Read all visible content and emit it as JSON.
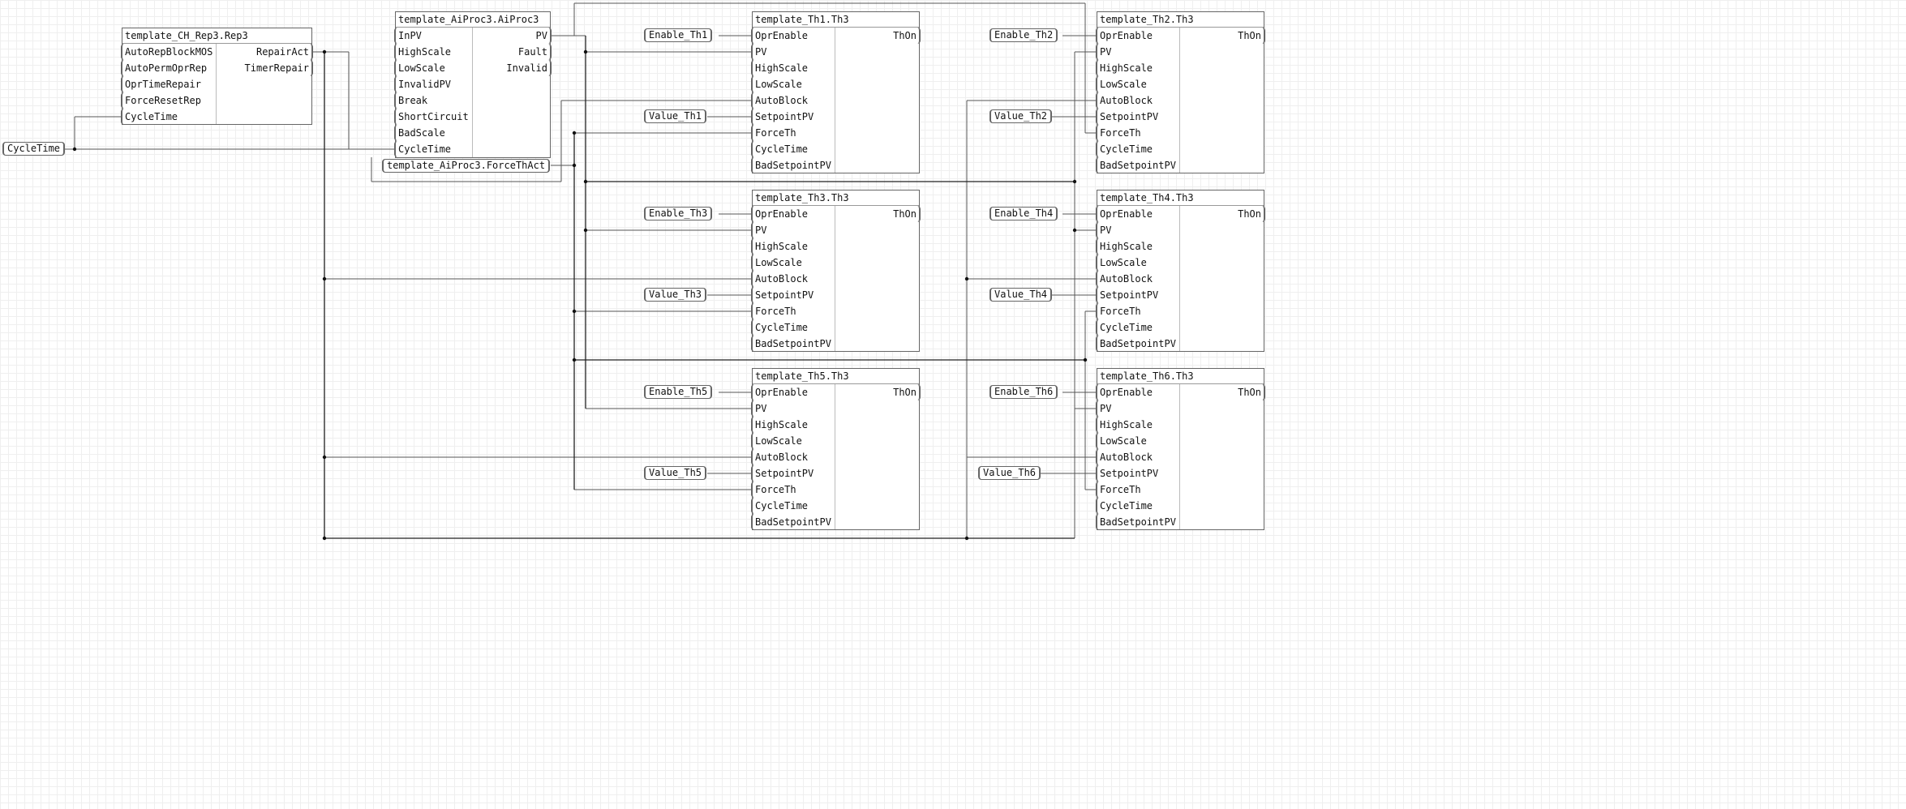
{
  "diagram": {
    "blocks": [
      {
        "id": "rep3",
        "title": "template_CH_Rep3.Rep3",
        "inputs": [
          "AutoRepBlockMOS",
          "AutoPermOprRep",
          "OprTimeRepair",
          "ForceResetRep",
          "CycleTime"
        ],
        "outputs": [
          "RepairAct",
          "TimerRepair"
        ]
      },
      {
        "id": "aiproc3",
        "title": "template_AiProc3.AiProc3",
        "inputs": [
          "InPV",
          "HighScale",
          "LowScale",
          "InvalidPV",
          "Break",
          "ShortCircuit",
          "BadScale",
          "CycleTime"
        ],
        "outputs": [
          "PV",
          "Fault",
          "Invalid"
        ]
      },
      {
        "id": "th1",
        "title": "template_Th1.Th3",
        "inputs": [
          "OprEnable",
          "PV",
          "HighScale",
          "LowScale",
          "AutoBlock",
          "SetpointPV",
          "ForceTh",
          "CycleTime",
          "BadSetpointPV"
        ],
        "outputs": [
          "ThOn"
        ]
      },
      {
        "id": "th2",
        "title": "template_Th2.Th3",
        "inputs": [
          "OprEnable",
          "PV",
          "HighScale",
          "LowScale",
          "AutoBlock",
          "SetpointPV",
          "ForceTh",
          "CycleTime",
          "BadSetpointPV"
        ],
        "outputs": [
          "ThOn"
        ]
      },
      {
        "id": "th3",
        "title": "template_Th3.Th3",
        "inputs": [
          "OprEnable",
          "PV",
          "HighScale",
          "LowScale",
          "AutoBlock",
          "SetpointPV",
          "ForceTh",
          "CycleTime",
          "BadSetpointPV"
        ],
        "outputs": [
          "ThOn"
        ]
      },
      {
        "id": "th4",
        "title": "template_Th4.Th3",
        "inputs": [
          "OprEnable",
          "PV",
          "HighScale",
          "LowScale",
          "AutoBlock",
          "SetpointPV",
          "ForceTh",
          "CycleTime",
          "BadSetpointPV"
        ],
        "outputs": [
          "ThOn"
        ]
      },
      {
        "id": "th5",
        "title": "template_Th5.Th3",
        "inputs": [
          "OprEnable",
          "PV",
          "HighScale",
          "LowScale",
          "AutoBlock",
          "SetpointPV",
          "ForceTh",
          "CycleTime",
          "BadSetpointPV"
        ],
        "outputs": [
          "ThOn"
        ]
      },
      {
        "id": "th6",
        "title": "template_Th6.Th3",
        "inputs": [
          "OprEnable",
          "PV",
          "HighScale",
          "LowScale",
          "AutoBlock",
          "SetpointPV",
          "ForceTh",
          "CycleTime",
          "BadSetpointPV"
        ],
        "outputs": [
          "ThOn"
        ]
      }
    ],
    "tags": {
      "cycle_time": "CycleTime",
      "force_th_act": "template_AiProc3.ForceThAct",
      "enable_th1": "Enable_Th1",
      "value_th1": "Value_Th1",
      "enable_th2": "Enable_Th2",
      "value_th2": "Value_Th2",
      "enable_th3": "Enable_Th3",
      "value_th3": "Value_Th3",
      "enable_th4": "Enable_Th4",
      "value_th4": "Value_Th4",
      "enable_th5": "Enable_Th5",
      "value_th5": "Value_Th5",
      "enable_th6": "Enable_Th6",
      "value_th6": "Value_Th6"
    },
    "colors": {
      "wire": "#555555",
      "block_border": "#666666",
      "grid": "#efefef"
    }
  }
}
